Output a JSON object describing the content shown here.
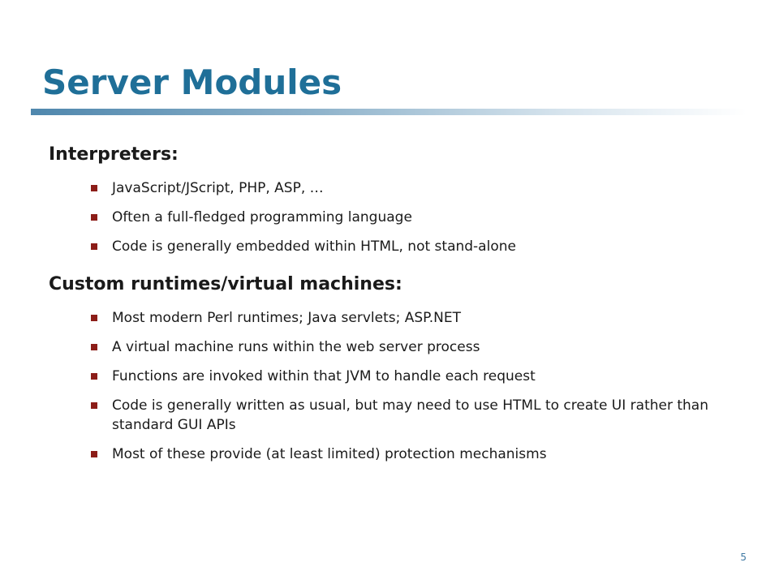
{
  "title": "Server Modules",
  "sections": [
    {
      "heading": "Interpreters:",
      "bullets": [
        "JavaScript/JScript, PHP, ASP, …",
        "Often a full-fledged programming language",
        "Code is generally embedded within HTML, not stand-alone"
      ]
    },
    {
      "heading": "Custom runtimes/virtual machines:",
      "bullets": [
        "Most modern Perl runtimes; Java servlets; ASP.NET",
        "A virtual machine runs within the web server process",
        "Functions are invoked within that JVM to handle each request",
        "Code is generally written as usual, but may need to use HTML to create UI rather than standard GUI APIs",
        "Most of these provide (at least limited) protection mechanisms"
      ]
    }
  ],
  "page_number": "5",
  "colors": {
    "title": "#1f6f98",
    "bullet_marker": "#8c1d18",
    "page_number": "#3f79a3"
  }
}
